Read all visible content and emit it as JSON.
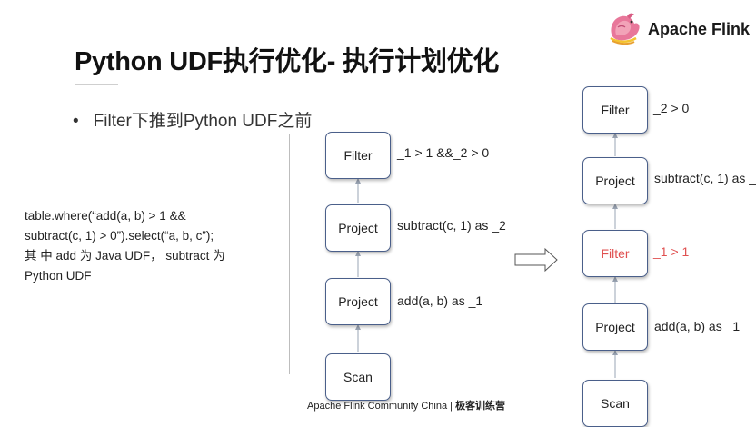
{
  "logo": {
    "text": "Apache Flink",
    "icon": "flink-squirrel-icon"
  },
  "title": "Python UDF执行优化- 执行计划优化",
  "bullet": {
    "marker": "•",
    "text": "Filter下推到Python UDF之前"
  },
  "code_description": {
    "line1_parts": [
      "table.where(“add(a,",
      "b)",
      ">",
      "1",
      "&&"
    ],
    "line2": "subtract(c, 1) > 0”).select(“a, b, c”);",
    "line3_parts": [
      "其",
      "中",
      "add",
      "为",
      "Java",
      "UDF，",
      "subtract",
      "为"
    ],
    "line4": "Python UDF"
  },
  "left_plan": {
    "nodes": [
      {
        "label": "Filter",
        "note": "_1 > 1 &&_2 > 0"
      },
      {
        "label": "Project",
        "note": "subtract(c, 1) as _2"
      },
      {
        "label": "Project",
        "note": "add(a, b) as _1"
      },
      {
        "label": "Scan",
        "note": ""
      }
    ]
  },
  "right_plan": {
    "nodes": [
      {
        "label": "Filter",
        "note": "_2 > 0",
        "highlight": false
      },
      {
        "label": "Project",
        "note": "subtract(c, 1) as _",
        "highlight": false
      },
      {
        "label": "Filter",
        "note": "_1 > 1",
        "highlight": true
      },
      {
        "label": "Project",
        "note": "add(a, b) as _1",
        "highlight": false
      },
      {
        "label": "Scan",
        "note": "",
        "highlight": false
      }
    ]
  },
  "colors": {
    "highlight": "#e05050",
    "node_border": "#4a5f8a",
    "connector": "#9aa4b4"
  },
  "footer": {
    "text": "Apache Flink Community China",
    "separator": "|",
    "bold_text": "极客训练营"
  }
}
